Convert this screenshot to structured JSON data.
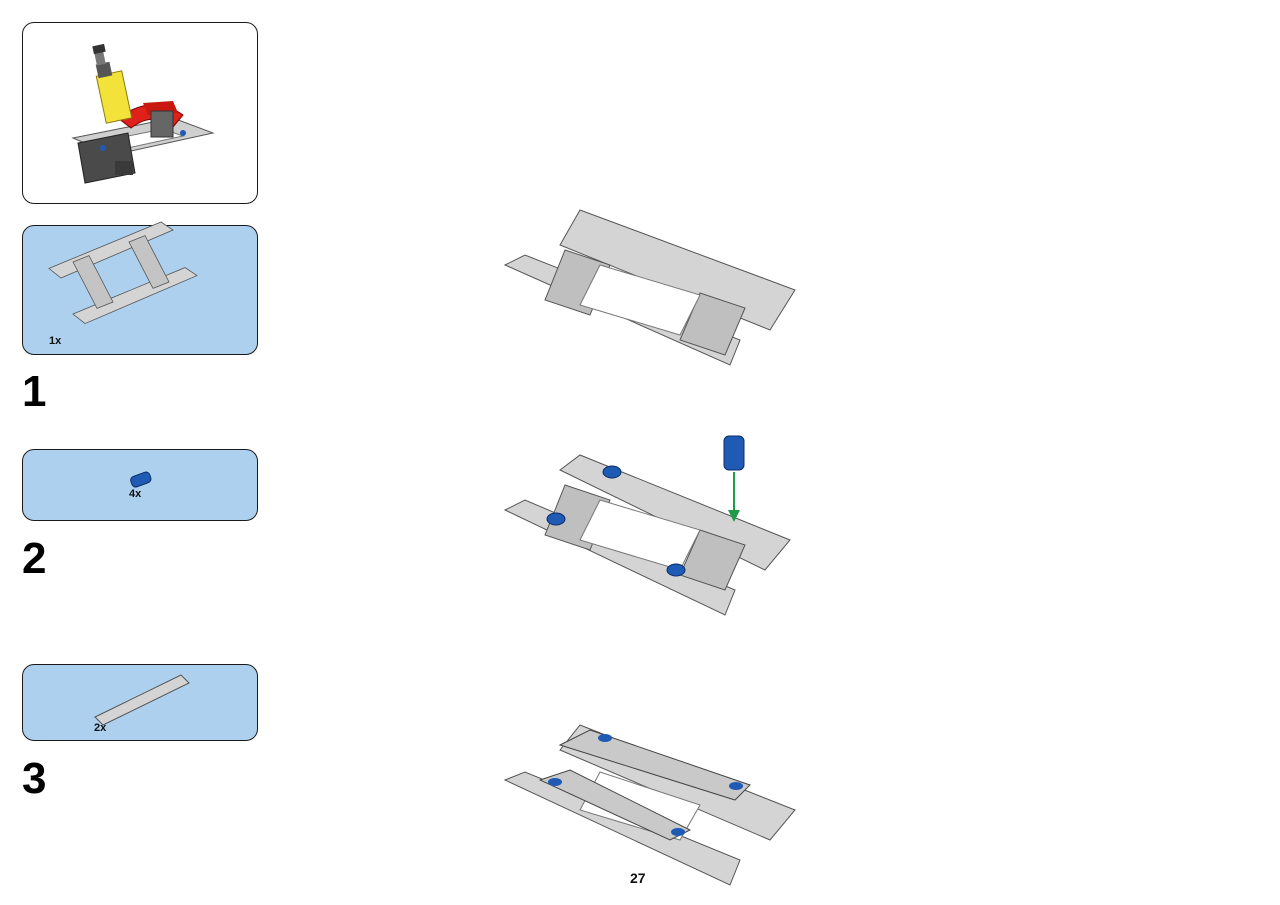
{
  "page_number": "27",
  "steps": [
    {
      "number": "1",
      "parts": [
        {
          "name": "frame",
          "quantity": "1x"
        }
      ]
    },
    {
      "number": "2",
      "parts": [
        {
          "name": "blue-pin",
          "quantity": "4x"
        }
      ]
    },
    {
      "number": "3",
      "parts": [
        {
          "name": "beam-7",
          "quantity": "2x"
        }
      ]
    }
  ],
  "colors": {
    "parts_panel": "#acd0ee",
    "beam_gray": "#d4d4d4",
    "pin_blue": "#1f5bb5",
    "arrow_green": "#1e9c4a",
    "cylinder_yellow": "#f2e23a",
    "arm_red": "#e0201b"
  }
}
